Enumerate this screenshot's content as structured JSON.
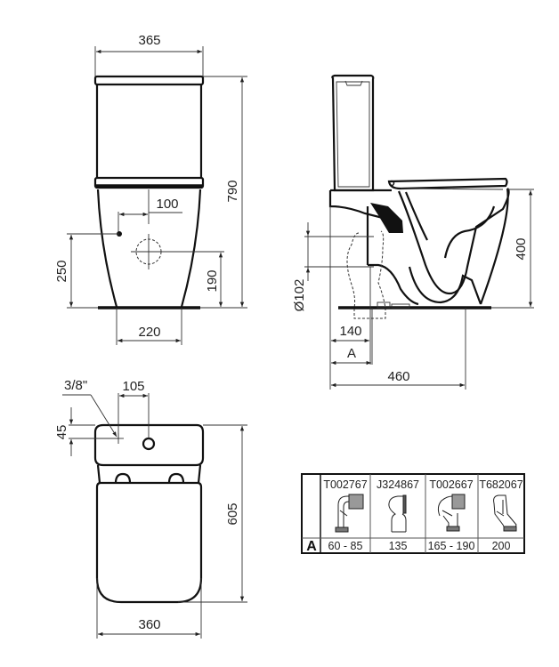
{
  "drawing": {
    "front_view": {
      "width": "365",
      "total_height": "790",
      "inlet_offset": "100",
      "inlet_height": "250",
      "outlet_height": "190",
      "base_width": "220"
    },
    "side_view": {
      "outlet_diameter": "Ø102",
      "seat_height": "400",
      "outlet_distance": "140",
      "adjustable_label": "A",
      "depth": "460"
    },
    "top_view": {
      "inlet_thread": "3/8\"",
      "inlet_offset_x": "105",
      "inlet_offset_y": "45",
      "length": "605",
      "width": "360"
    }
  },
  "connector_table": {
    "row_label": "A",
    "columns": [
      {
        "code": "T002767",
        "value": "60 - 85",
        "icon": "bend-90-connector-icon"
      },
      {
        "code": "J324867",
        "value": "135",
        "icon": "offset-connector-icon"
      },
      {
        "code": "T002667",
        "value": "165 - 190",
        "icon": "offset-bend-connector-icon"
      },
      {
        "code": "T682067",
        "value": "200",
        "icon": "angled-connector-icon"
      }
    ]
  },
  "colors": {
    "line": "#111111",
    "text": "#222222",
    "background": "#ffffff"
  }
}
